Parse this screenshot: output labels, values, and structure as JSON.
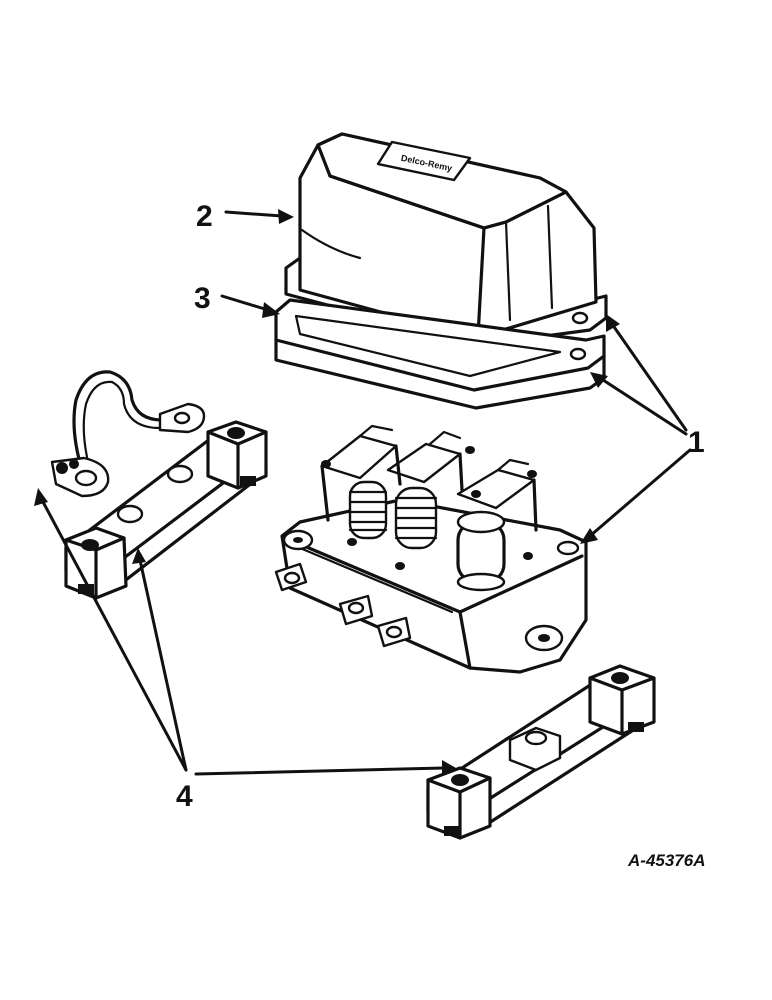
{
  "diagram": {
    "callouts": [
      {
        "id": "1",
        "label": "1"
      },
      {
        "id": "2",
        "label": "2"
      },
      {
        "id": "3",
        "label": "3"
      },
      {
        "id": "4",
        "label": "4"
      }
    ],
    "part_number": "A-45376A",
    "cover_logo_text": "Delco-Remy"
  }
}
